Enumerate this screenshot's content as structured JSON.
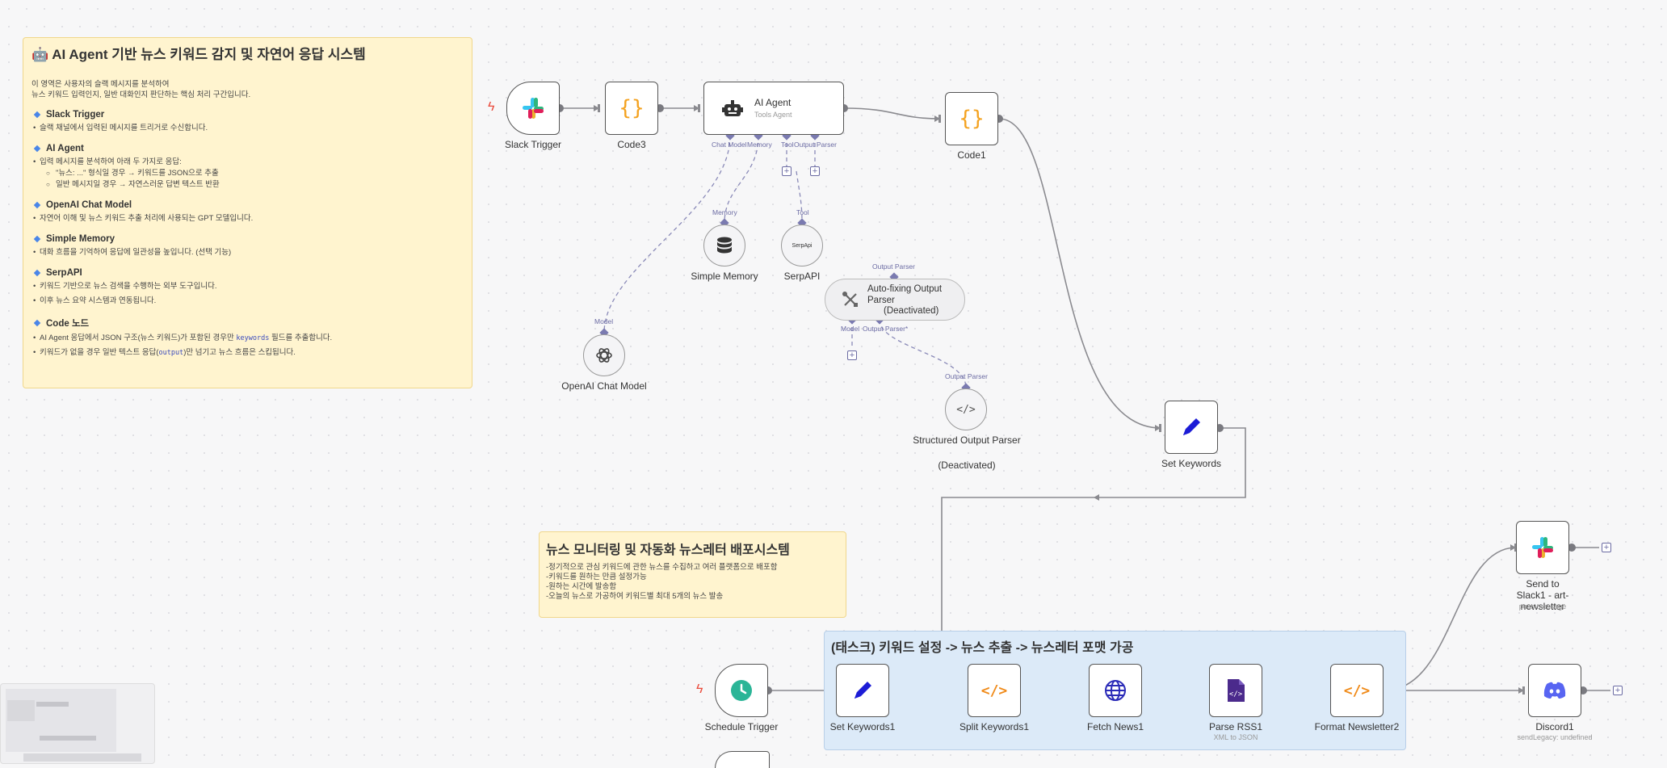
{
  "note1": {
    "title": "🤖 AI Agent 기반 뉴스 키워드 감지 및 자연어 응답 시스템",
    "intro1": "이 영역은 사용자의 슬랙 메시지를 분석하여",
    "intro2": "뉴스 키워드 입력인지, 일반 대화인지 판단하는 핵심 처리 구간입니다.",
    "s1_title": "Slack Trigger",
    "s1_b1": "슬랙 채널에서 입력된 메시지를 트리거로 수신합니다.",
    "s2_title": "AI Agent",
    "s2_b1": "입력 메시지를 분석하여 아래 두 가지로 응답:",
    "s2_sub1": "\"뉴스: ...\" 형식일 경우 → 키워드를 JSON으로 추출",
    "s2_sub2": "일반 메시지일 경우 → 자연스러운 답변 텍스트 반환",
    "s3_title": "OpenAI Chat Model",
    "s3_b1": "자연어 이해 및 뉴스 키워드 추출 처리에 사용되는 GPT 모델입니다.",
    "s4_title": "Simple Memory",
    "s4_b1": "대화 흐름을 기억하여 응답에 일관성을 높입니다. (선택 기능)",
    "s5_title": "SerpAPI",
    "s5_b1": "키워드 기반으로 뉴스 검색을 수행하는 외부 도구입니다.",
    "s5_b2": "이후 뉴스 요약 시스템과 연동됩니다.",
    "s6_title": "Code 노드",
    "s6_b1_a": "AI Agent 응답에서 JSON 구조(뉴스 키워드)가 포함된 경우만 ",
    "s6_b1_code": "keywords",
    "s6_b1_b": " 필드를 추출합니다.",
    "s6_b2_a": "키워드가 없을 경우 일반 텍스트 응답(",
    "s6_b2_code": "output",
    "s6_b2_b": ")만 넘기고 뉴스 흐름은 스킵됩니다."
  },
  "note2": {
    "title": "뉴스 모니터링 및 자동화 뉴스레터 배포시스템",
    "l1": "-정기적으로 관심 키워드에 관한 뉴스를 수집하고 여러 플랫폼으로 배포함",
    "l2": "-키워드를 원하는 만큼 설정가능",
    "l3": "-원하는 시간에 발송함",
    "l4": "-오늘의 뉴스로 가공하여 키워드별 최대 5개의 뉴스 발송"
  },
  "group": {
    "title": "(태스크) 키워드 설정 -> 뉴스 추출 -> 뉴스레터 포맷 가공"
  },
  "nodes": {
    "slack_trigger": "Slack Trigger",
    "code3": "Code3",
    "ai_agent": "AI Agent",
    "ai_agent_sub": "Tools Agent",
    "code1": "Code1",
    "simple_memory": "Simple Memory",
    "serpapi": "SerpAPI",
    "serpapi_logo": "SerpApi",
    "openai": "OpenAI Chat Model",
    "autofix": "Auto-fixing Output Parser",
    "autofix_state": "(Deactivated)",
    "structured": "Structured Output Parser",
    "structured_state": "(Deactivated)",
    "set_keywords": "Set Keywords",
    "schedule": "Schedule Trigger",
    "set_keywords1": "Set Keywords1",
    "split_keywords1": "Split Keywords1",
    "fetch_news1": "Fetch News1",
    "parse_rss1": "Parse RSS1",
    "parse_rss1_sub": "XML to JSON",
    "format_newsletter2": "Format Newsletter2",
    "send_slack1": "Send to Slack1 - art-newsletter",
    "send_slack1_sub": "post: message",
    "discord1": "Discord1",
    "discord1_sub": "sendLegacy: undefined"
  },
  "handles": {
    "chat_model": "Chat Model",
    "memory": "Memory",
    "tool": "Tool",
    "output_parser": "Output Parser",
    "memory_top": "Memory",
    "tool_top": "Tool",
    "model_top": "Model",
    "op_top": "Output Parser",
    "model_bottom": "Model",
    "op_bottom": "Output Parser*",
    "op_top2": "Output Parser"
  },
  "colors": {
    "accent": "#ff6d5a",
    "edge": "#7d7d87",
    "sub_edge": "#8a8ab8"
  }
}
